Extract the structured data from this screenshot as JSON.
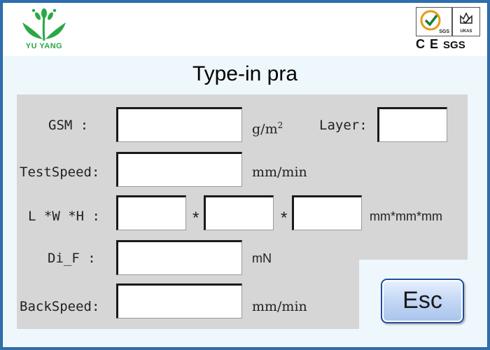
{
  "header": {
    "brand": "YU YANG",
    "cert": {
      "sgs_badge": "SGS",
      "ukas_badge": "UKAS",
      "ce_mark": "C E",
      "sgs_mark": "SGS"
    }
  },
  "title": "Type-in pra",
  "form": {
    "gsm": {
      "label": "GSM   :",
      "value": "",
      "unit": "g/m",
      "unit_sup": "2"
    },
    "layer": {
      "label": "Layer:",
      "value": ""
    },
    "test_speed": {
      "label": "TestSpeed:",
      "value": "",
      "unit": "mm/min"
    },
    "dimensions": {
      "label": "L *W *H :",
      "l_value": "",
      "w_value": "",
      "h_value": "",
      "separator": "*",
      "unit": "mm*mm*mm"
    },
    "di_f": {
      "label": "Di_F  :",
      "value": "",
      "unit": "mN"
    },
    "back_speed": {
      "label": "BackSpeed:",
      "value": "",
      "unit": "mm/min"
    }
  },
  "buttons": {
    "esc_label": "Esc"
  },
  "colors": {
    "frame": "#2f6fb0",
    "panel": "#d6d6d6",
    "brand_green": "#2aa845",
    "esc_border": "#1f4f9c"
  },
  "icons": {
    "logo": "leaf-hands-logo-icon",
    "sgs": "sgs-check-icon",
    "ukas": "ukas-crown-icon"
  }
}
